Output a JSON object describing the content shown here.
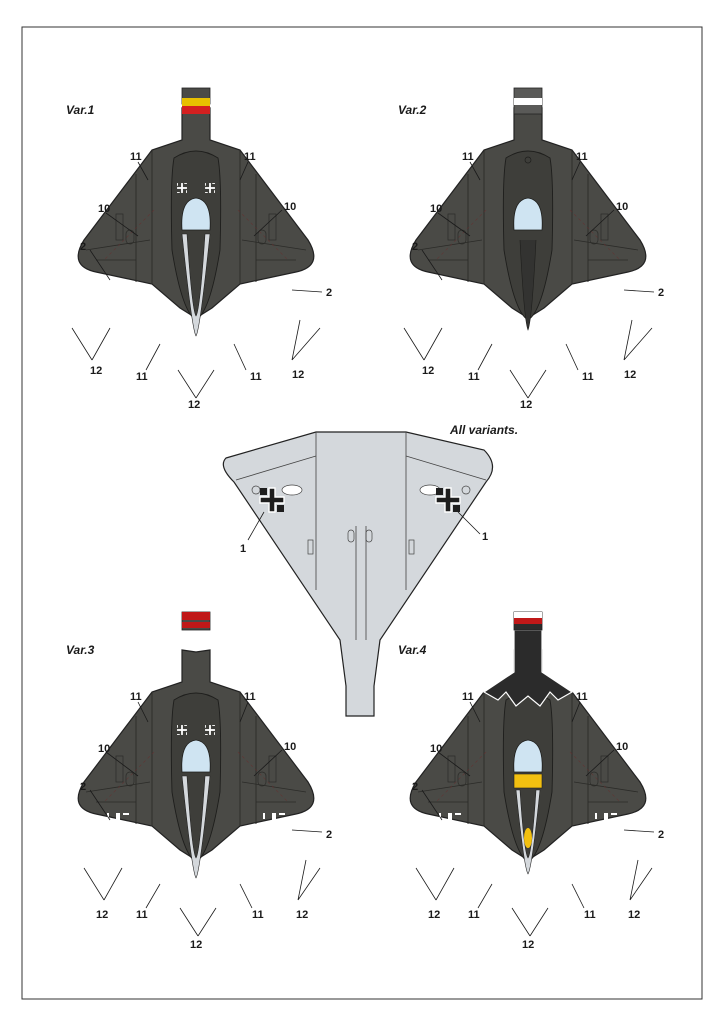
{
  "variants": [
    {
      "title": "Var.1",
      "stripe_colors": [
        "#e8c000",
        "#d42020"
      ]
    },
    {
      "title": "Var.2",
      "stripe_colors": [
        "#ffffff"
      ]
    },
    {
      "title": "Var.3",
      "stripe_colors": [
        "#c01818"
      ]
    },
    {
      "title": "Var.4",
      "stripe_colors": [
        "#ffffff",
        "#c01818"
      ]
    }
  ],
  "underside": {
    "title": "All variants."
  },
  "callouts": {
    "c1": "1",
    "c2": "2",
    "c10": "10",
    "c11": "11",
    "c12": "12"
  },
  "colors": {
    "upper_camo": "#4a4a46",
    "under_camo": "#d4d8dc",
    "outline": "#222222",
    "canopy": "#cfe4f2",
    "cross_fill": "#ffffff",
    "under_cross_fill": "#1e1e1e",
    "nose_yellow": "#f2c010"
  }
}
